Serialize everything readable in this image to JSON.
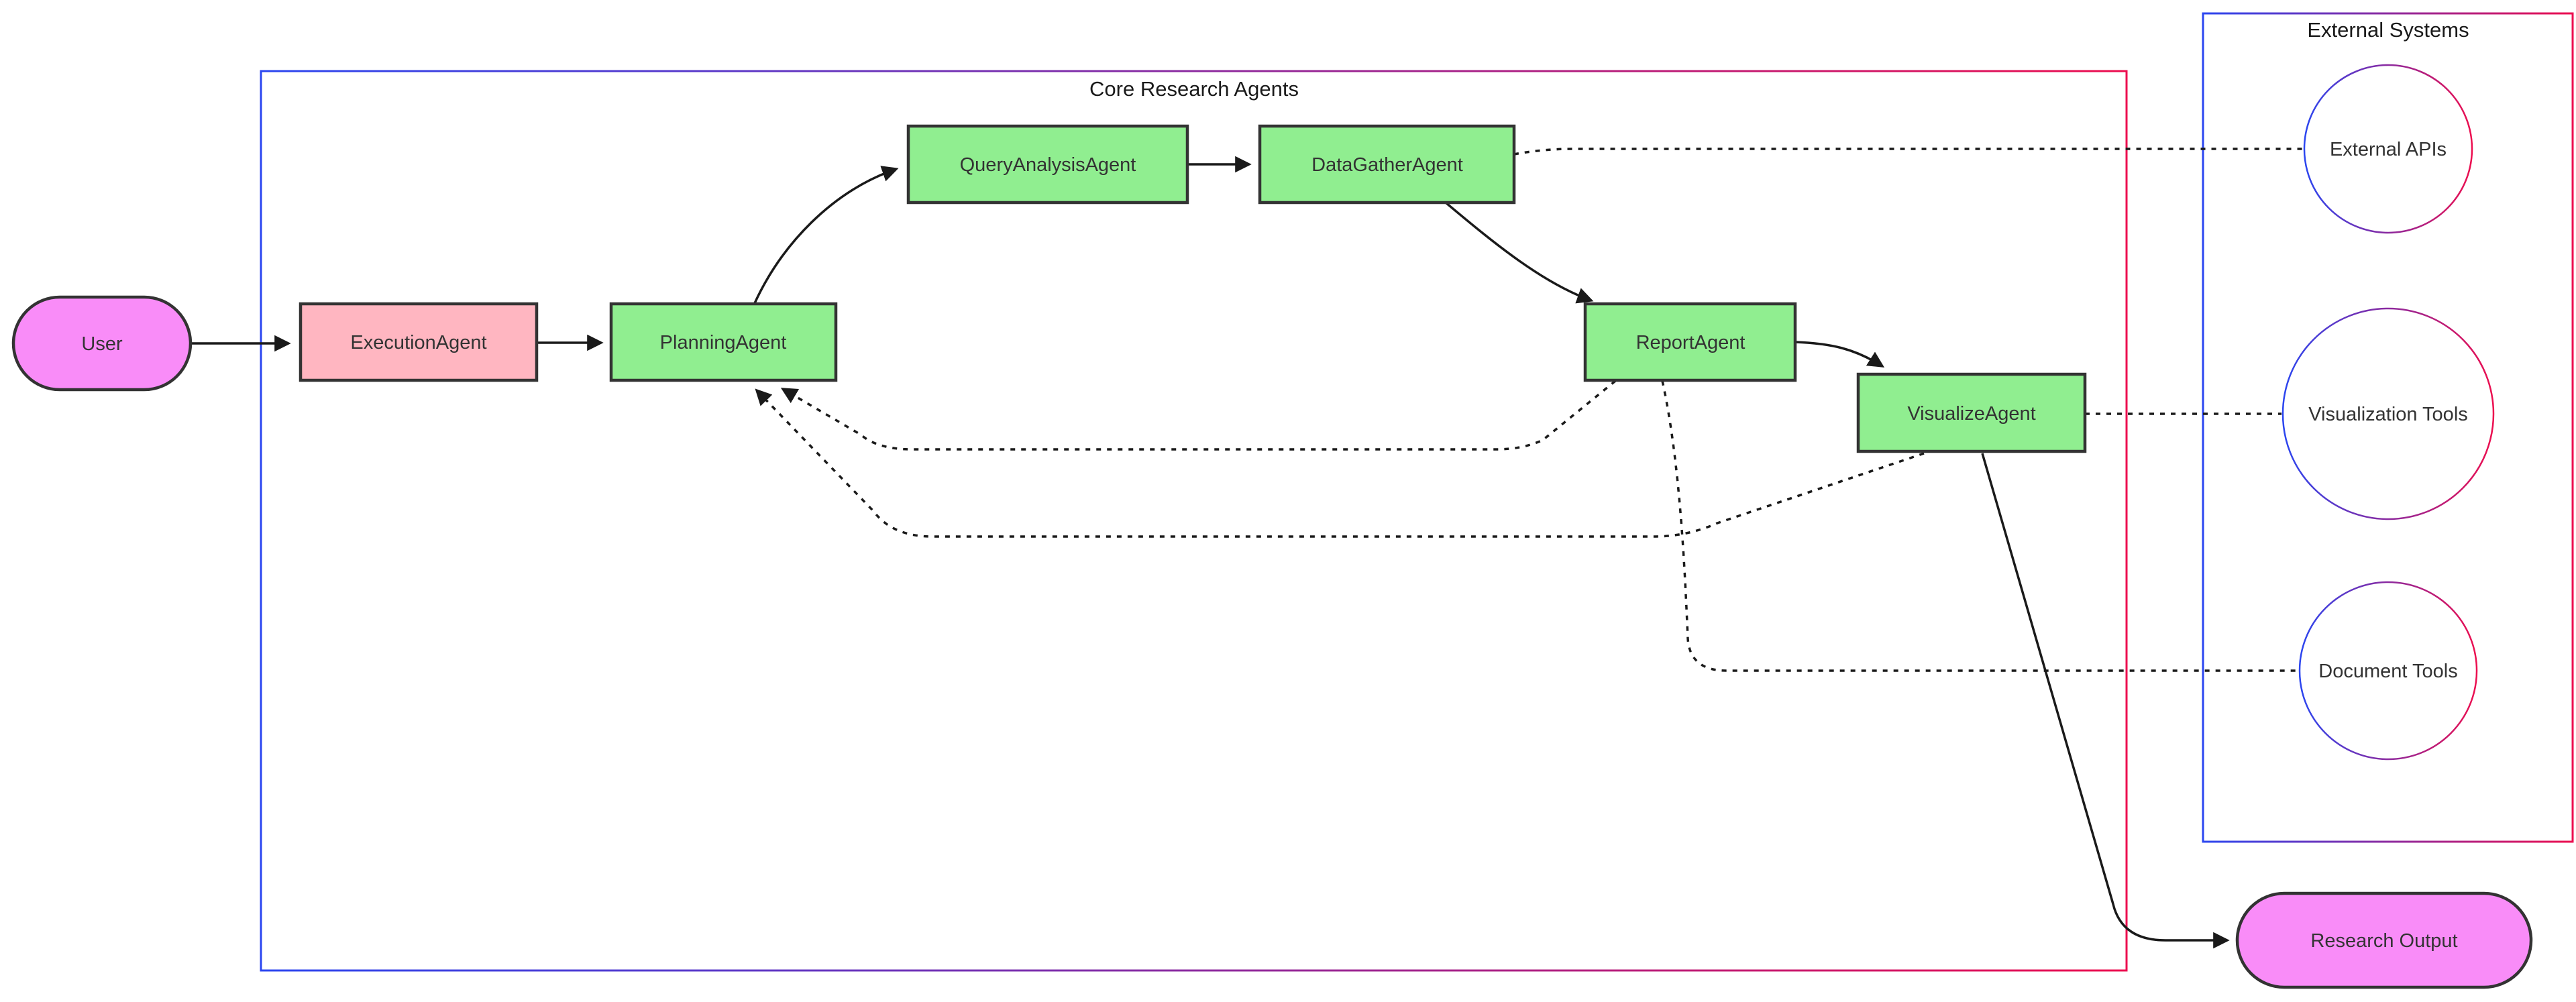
{
  "diagram": {
    "type": "flowchart",
    "direction": "left-to-right",
    "clusters": {
      "core": {
        "label": "Core Research Agents"
      },
      "external": {
        "label": "External Systems"
      }
    },
    "nodes": {
      "user": {
        "label": "User",
        "shape": "stadium",
        "fill": "#f98cf8"
      },
      "execution": {
        "label": "ExecutionAgent",
        "shape": "rect",
        "fill": "#ffb6c1"
      },
      "planning": {
        "label": "PlanningAgent",
        "shape": "rect",
        "fill": "#90ee90"
      },
      "query": {
        "label": "QueryAnalysisAgent",
        "shape": "rect",
        "fill": "#90ee90"
      },
      "datagather": {
        "label": "DataGatherAgent",
        "shape": "rect",
        "fill": "#90ee90"
      },
      "report": {
        "label": "ReportAgent",
        "shape": "rect",
        "fill": "#90ee90"
      },
      "visualize": {
        "label": "VisualizeAgent",
        "shape": "rect",
        "fill": "#90ee90"
      },
      "apis": {
        "label": "External APIs",
        "shape": "circle",
        "fill": "#ffffff"
      },
      "viztools": {
        "label": "Visualization Tools",
        "shape": "circle",
        "fill": "#ffffff"
      },
      "doctools": {
        "label": "Document Tools",
        "shape": "circle",
        "fill": "#ffffff"
      },
      "output": {
        "label": "Research Output",
        "shape": "stadium",
        "fill": "#f98cf8"
      }
    },
    "edges": [
      {
        "from": "User",
        "to": "ExecutionAgent",
        "style": "solid",
        "arrow": true
      },
      {
        "from": "ExecutionAgent",
        "to": "PlanningAgent",
        "style": "solid",
        "arrow": true
      },
      {
        "from": "PlanningAgent",
        "to": "QueryAnalysisAgent",
        "style": "solid",
        "arrow": true
      },
      {
        "from": "QueryAnalysisAgent",
        "to": "DataGatherAgent",
        "style": "solid",
        "arrow": true
      },
      {
        "from": "DataGatherAgent",
        "to": "ReportAgent",
        "style": "solid",
        "arrow": true
      },
      {
        "from": "ReportAgent",
        "to": "VisualizeAgent",
        "style": "solid",
        "arrow": true
      },
      {
        "from": "VisualizeAgent",
        "to": "Research Output",
        "style": "solid",
        "arrow": true
      },
      {
        "from": "ReportAgent",
        "to": "PlanningAgent",
        "style": "dotted",
        "arrow": true
      },
      {
        "from": "VisualizeAgent",
        "to": "PlanningAgent",
        "style": "dotted",
        "arrow": true
      },
      {
        "from": "DataGatherAgent",
        "to": "External APIs",
        "style": "dotted",
        "arrow": false
      },
      {
        "from": "VisualizeAgent",
        "to": "Visualization Tools",
        "style": "dotted",
        "arrow": false
      },
      {
        "from": "ReportAgent",
        "to": "Document Tools",
        "style": "dotted",
        "arrow": false
      }
    ],
    "colors": {
      "node_border": "#333333",
      "edge": "#1a1a1a",
      "gradient_blue": "#2b46f0",
      "gradient_red": "#ec0e4f",
      "label_text": "#333333",
      "title_text": "#1a1a1a"
    }
  }
}
